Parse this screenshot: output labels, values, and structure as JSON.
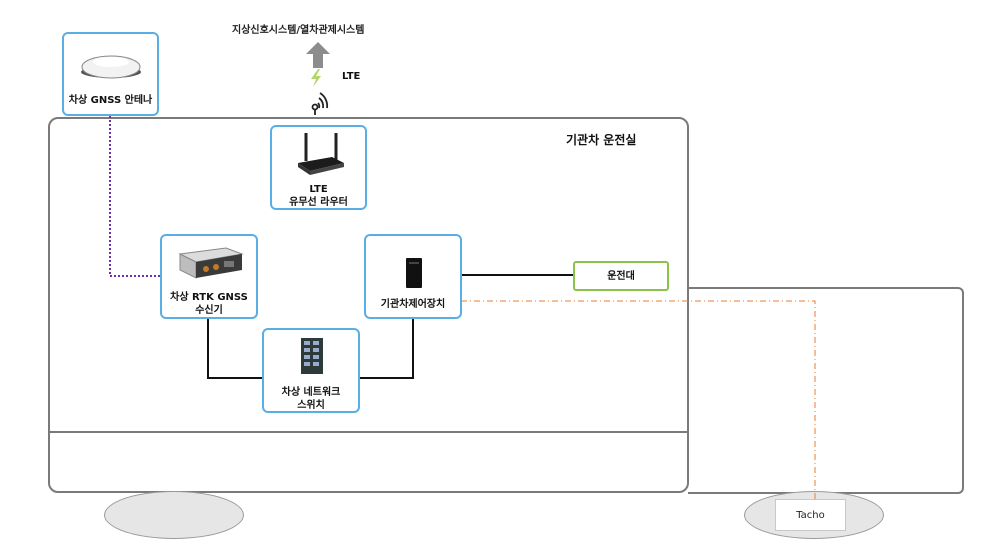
{
  "top_target": "지상신호시스템/열차관제시스템",
  "lte_label": "LTE",
  "cab_title": "기관차 운전실",
  "nodes": {
    "gnss_antenna": "차상 GNSS 안테나",
    "lte_router": "LTE\n유무선 라우터",
    "rtk_receiver": "차상 RTK GNSS\n수신기",
    "control_unit": "기관차제어장치",
    "network_switch": "차상 네트워크\n스위치",
    "console": "운전대",
    "tacho": "Tacho"
  },
  "colors": {
    "box_border": "#5aaee6",
    "console_border": "#8bc34a",
    "gnss_link": "#7030a0",
    "tacho_link": "#ed7d31",
    "car_outline": "#7a7a7a"
  }
}
